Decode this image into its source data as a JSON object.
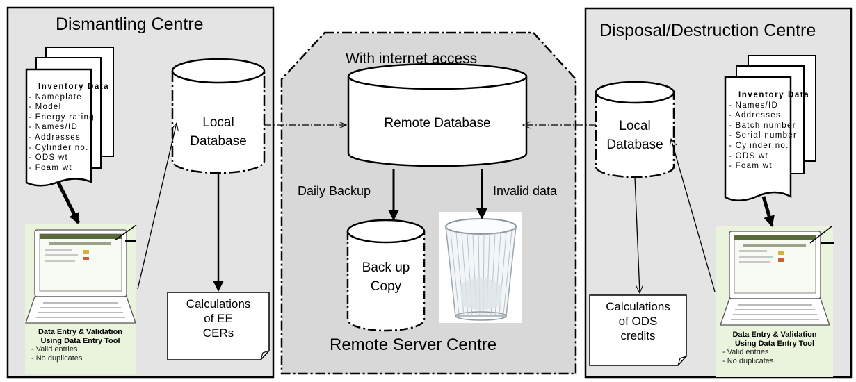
{
  "dismantling": {
    "title": "Dismantling Centre",
    "inventory_title": "Inventory Data",
    "inventory_items": [
      "- Nameplate",
      "- Model",
      "- Energy rating",
      "- Names/ID",
      "- Addresses",
      "- Cylinder no.",
      "- ODS wt",
      "- Foam wt"
    ],
    "local_db": [
      "Local",
      "Database"
    ],
    "calc": [
      "Calculations",
      "of EE",
      "CERs"
    ],
    "tool": {
      "line1": "Data Entry & Validation",
      "line2": "Using Data Entry Tool",
      "note1": "- Valid entries",
      "note2": "- No duplicates"
    }
  },
  "remote": {
    "access_label": "With internet access",
    "db_label": "Remote Database",
    "backup_label": "Daily Backup",
    "invalid_label": "Invalid data",
    "backup_copy": [
      "Back up",
      "Copy"
    ],
    "centre_title": "Remote Server Centre"
  },
  "disposal": {
    "title": "Disposal/Destruction Centre",
    "inventory_title": "Inventory Data",
    "inventory_items": [
      "- Names/ID",
      "- Addresses",
      "- Batch number",
      "- Serial number",
      "- Cylinder no.",
      "- ODS wt",
      "- Foam wt"
    ],
    "local_db": [
      "Local",
      "Database"
    ],
    "calc": [
      "Calculations",
      "of ODS",
      "credits"
    ],
    "tool": {
      "line1": "Data Entry & Validation",
      "line2": "Using Data Entry Tool",
      "note1": "- Valid entries",
      "note2": "- No duplicates"
    }
  },
  "colors": {
    "panel": "#e4e4e4",
    "remote_panel": "#d8d8d8",
    "screen": "#eaf4dc",
    "stroke": "#000000"
  }
}
